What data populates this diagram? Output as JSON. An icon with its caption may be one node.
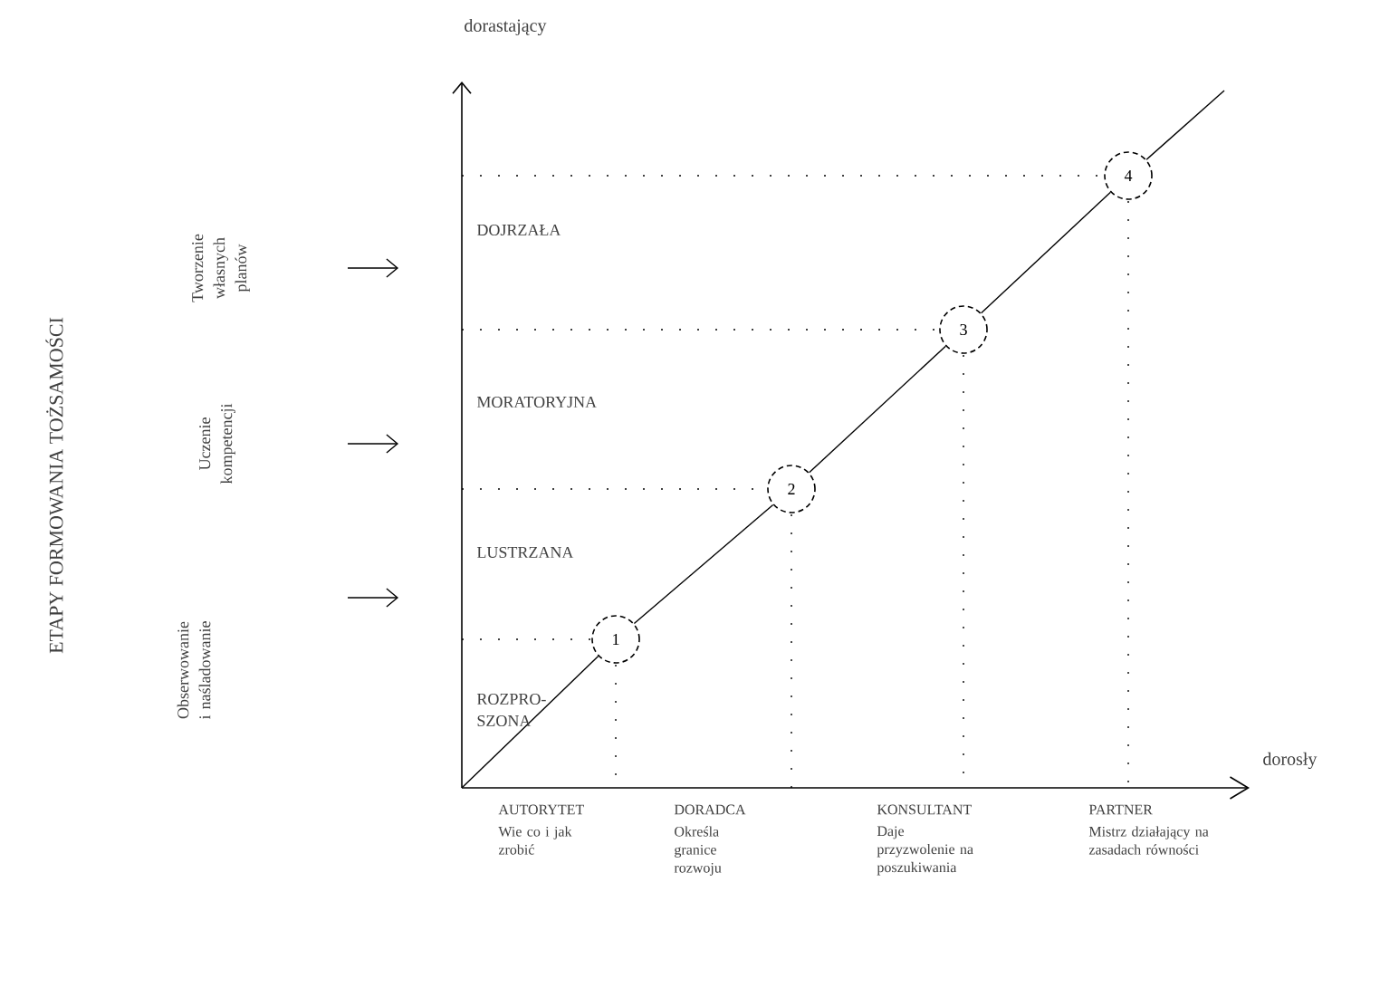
{
  "diagram": {
    "title": "ETAPY FORMOWANIA TOŻSAMOŚCI",
    "nodes": [
      {
        "text": [
          "1"
        ]
      },
      {
        "text": [
          "2"
        ]
      },
      {
        "text": [
          "3"
        ]
      },
      {
        "text": [
          "4"
        ]
      }
    ],
    "edges": [
      {
        "from": 0,
        "to": 1,
        "arrow": "none"
      },
      {
        "from": 1,
        "to": 2,
        "arrow": "none"
      },
      {
        "from": 2,
        "to": 3,
        "arrow": "none"
      }
    ],
    "labels": [
      "Obserwowanie i naśladowanie",
      "Uczenie kompetencji",
      "Tworzenie własnych planów",
      "dorastający",
      "DOJRZAŁA",
      "MORATORYJNA",
      "LUSTRZANA",
      "ROZPRO- SZONA",
      "dorosły",
      "AUTORYTET",
      "Wie co i jak zrobić",
      "DORADCA",
      "Określa granice rozwoju",
      "KONSULTANT",
      "Daje przyzwolenie na poszukiwania",
      "PARTNER",
      "Mistrz działający na zasadach równości"
    ]
  }
}
